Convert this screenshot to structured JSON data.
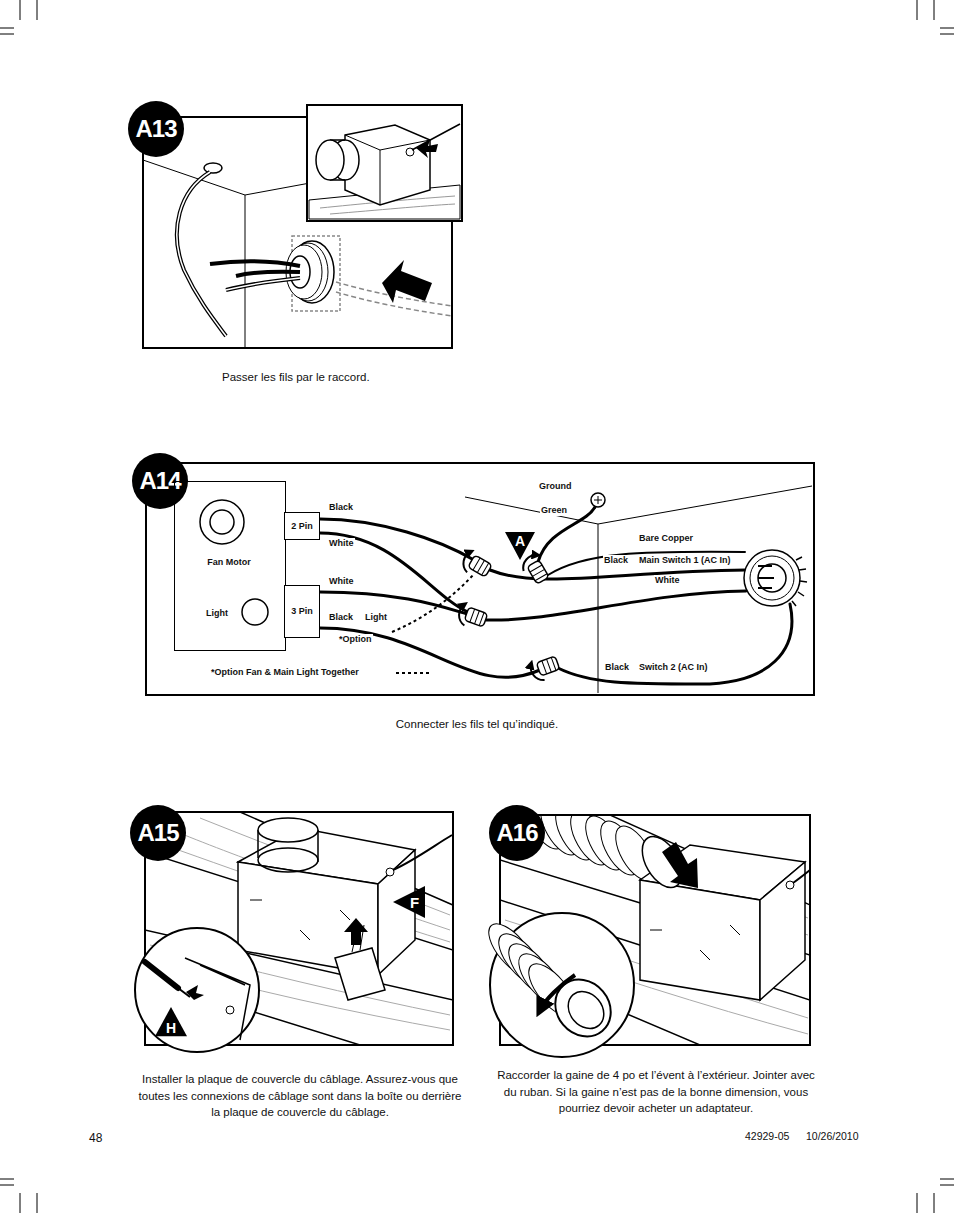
{
  "diagram": {
    "nodes": [
      {
        "text": [
          "A13"
        ]
      },
      {
        "text": [
          "A14"
        ]
      },
      {
        "text": [
          "Fan Motor",
          "Light"
        ]
      },
      {
        "text": [
          "2 Pin"
        ]
      },
      {
        "text": [
          "3 Pin"
        ]
      },
      {
        "text": [
          "A"
        ]
      },
      {
        "text": [
          "A15"
        ]
      },
      {
        "text": [
          "F"
        ]
      },
      {
        "text": [
          "H"
        ]
      },
      {
        "text": [
          "A16"
        ]
      }
    ],
    "labels": [
      "Passer les fils par le raccord.",
      "Black",
      "White",
      "White",
      "Black",
      "Light",
      "*Option",
      "*Option Fan & Main Light Together",
      "Ground",
      "Green",
      "Bare Copper",
      "Black",
      "Main Switch 1 (AC In)",
      "White",
      "Black",
      "Switch 2 (AC In)",
      "Connecter les fils tel qu’indiqué.",
      "Installer la plaque de couvercle du câblage. Assurez-vous que toutes les connexions de câblage sont dans la boîte ou derrière la plaque de couvercle du câblage.",
      "Raccorder la gaine de 4 po et l’évent à l’extérieur. Jointer avec du ruban. Si la gaine n’est pas de la bonne dimension, vous pourriez devoir acheter un adaptateur.",
      "48",
      "42929-05",
      "10/26/2010"
    ]
  }
}
